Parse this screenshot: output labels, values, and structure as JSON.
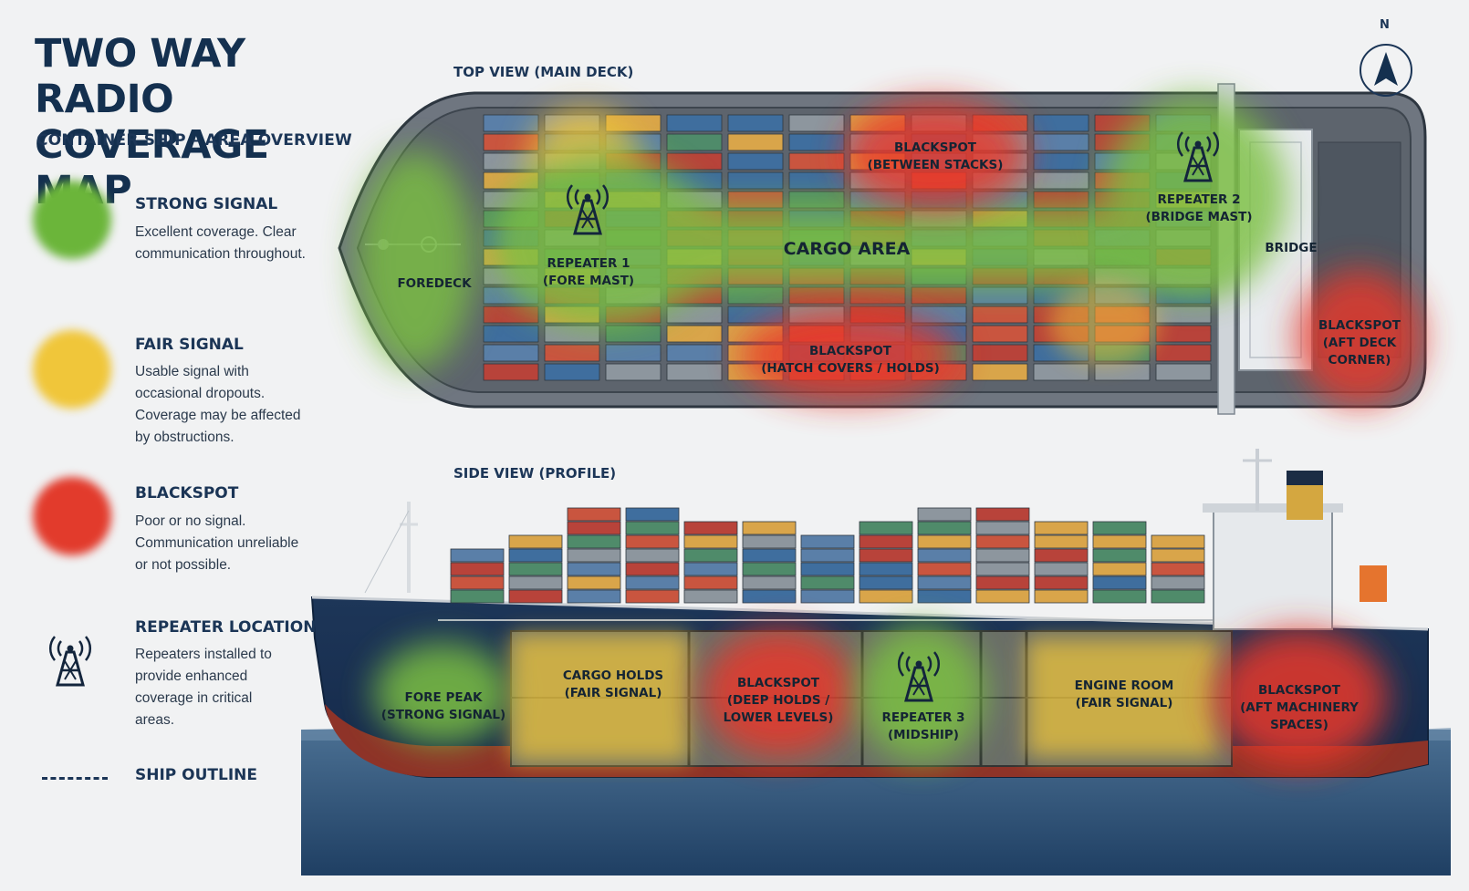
{
  "title": {
    "line1": "TWO WAY RADIO",
    "line2": "COVERAGE MAP"
  },
  "subtitle": "CONTAINER SHIP – AREA OVERVIEW",
  "legend": {
    "strong": {
      "name": "STRONG SIGNAL",
      "desc": "Excellent coverage. Clear communication throughout.",
      "color": "#6bb53a"
    },
    "fair": {
      "name": "FAIR SIGNAL",
      "desc": "Usable signal with occasional dropouts. Coverage may be affected by obstructions.",
      "color": "#f0c63a"
    },
    "blackspot": {
      "name": "BLACKSPOT",
      "desc": "Poor or no signal. Communication unreliable or not possible.",
      "color": "#e23b2c"
    },
    "repeater": {
      "name": "REPEATER LOCATION",
      "desc": "Repeaters installed to provide enhanced coverage in critical areas.",
      "icon": "radio-tower-icon"
    },
    "outline": {
      "name": "SHIP OUTLINE"
    }
  },
  "compass": {
    "label": "N",
    "icon": "north-arrow-icon"
  },
  "top_view": {
    "label": "TOP VIEW (MAIN DECK)",
    "zones": {
      "foredeck": "FOREDECK",
      "repeater1_a": "REPEATER 1",
      "repeater1_b": "(FORE MAST)",
      "cargo": "CARGO AREA",
      "bs_stacks_a": "BLACKSPOT",
      "bs_stacks_b": "(BETWEEN STACKS)",
      "bs_hatch_a": "BLACKSPOT",
      "bs_hatch_b": "(HATCH COVERS / HOLDS)",
      "repeater2_a": "REPEATER 2",
      "repeater2_b": "(BRIDGE MAST)",
      "bridge": "BRIDGE",
      "bs_aft_a": "BLACKSPOT",
      "bs_aft_b": "(AFT DECK",
      "bs_aft_c": "CORNER)"
    }
  },
  "side_view": {
    "label": "SIDE VIEW (PROFILE)",
    "zones": {
      "forepeak_a": "FORE PEAK",
      "forepeak_b": "(STRONG SIGNAL)",
      "holds_a": "CARGO HOLDS",
      "holds_b": "(FAIR SIGNAL)",
      "bs_deep_a": "BLACKSPOT",
      "bs_deep_b": "(DEEP HOLDS /",
      "bs_deep_c": "LOWER LEVELS)",
      "repeater3_a": "REPEATER 3",
      "repeater3_b": "(MIDSHIP)",
      "engine_a": "ENGINE ROOM",
      "engine_b": "(FAIR SIGNAL)",
      "bs_mach_a": "BLACKSPOT",
      "bs_mach_b": "(AFT MACHINERY",
      "bs_mach_c": "SPACES)"
    }
  },
  "colors": {
    "navy": "#14304f",
    "container_palette": [
      "#c9553f",
      "#3f6e9e",
      "#d9a54a",
      "#8d969e",
      "#4f8b6a",
      "#b8433a",
      "#5a7fa8"
    ]
  }
}
